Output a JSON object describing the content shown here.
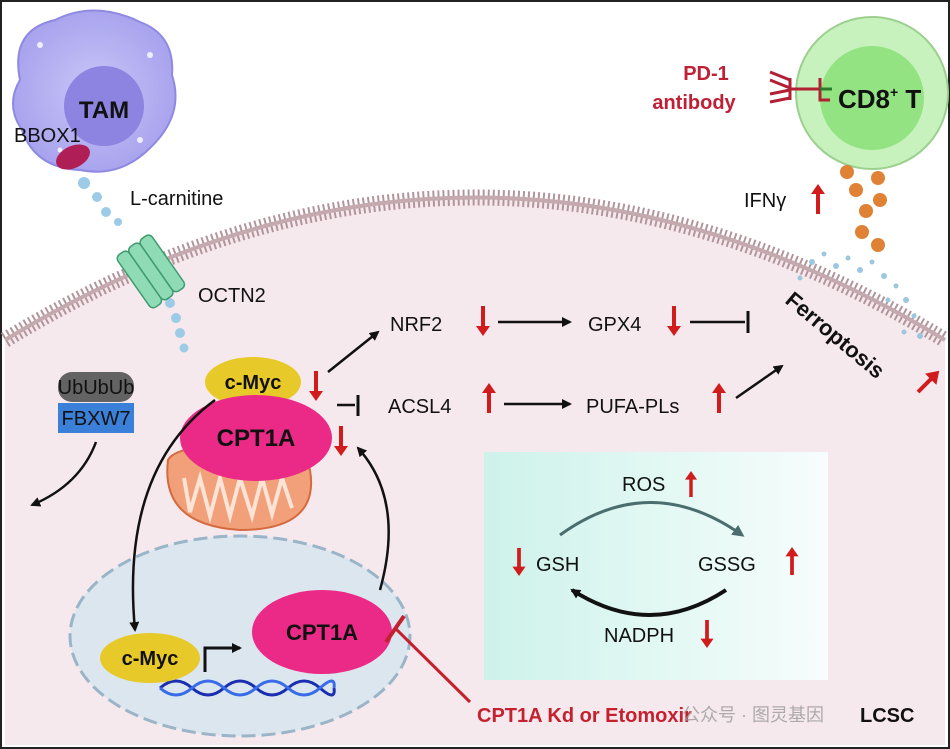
{
  "cells": {
    "tam": "TAM",
    "bbox1": "BBOX1",
    "cd8_main": "CD8",
    "cd8_sup": "+",
    "cd8_suffix": " T",
    "lcsc": "LCSC"
  },
  "molecules": {
    "l_carnitine": "L-carnitine",
    "octn2": "OCTN2",
    "ifng": "IFNγ",
    "nrf2": "NRF2",
    "gpx4": "GPX4",
    "acsl4": "ACSL4",
    "pufa": "PUFA-PLs",
    "ferroptosis": "Ferroptosis",
    "ububub": "UbUbUb",
    "fbxw7": "FBXW7",
    "cmyc_top": "c-Myc",
    "cpt1a_top": "CPT1A",
    "cmyc_nuc": "c-Myc",
    "cpt1a_nuc": "CPT1A"
  },
  "redox_box": {
    "ros": "ROS",
    "gsh": "GSH",
    "gssg": "GSSG",
    "nadph": "NADPH"
  },
  "treatments": {
    "pd1_line1": "PD-1",
    "pd1_line2": "antibody",
    "inhibitor": "CPT1A Kd or Etomoxir"
  },
  "watermark": "公众号 · 图灵基因",
  "colors": {
    "red": "#cc1f2a",
    "arrow_red": "#d01c1c",
    "cmyc": "#e8c92a",
    "cpt1a": "#ea2a86",
    "membrane": "#b2959b",
    "cell_bg": "#f6e9ee",
    "nucleus": "#dce6ee",
    "tam": "#b9b6f3",
    "cd8": "#a8eb9a",
    "octn2": "#8edbb5",
    "fbxw7": "#3a7fd8",
    "ub": "#636363",
    "ifn_dots": "#e08236",
    "mito": "#f2a07a"
  }
}
